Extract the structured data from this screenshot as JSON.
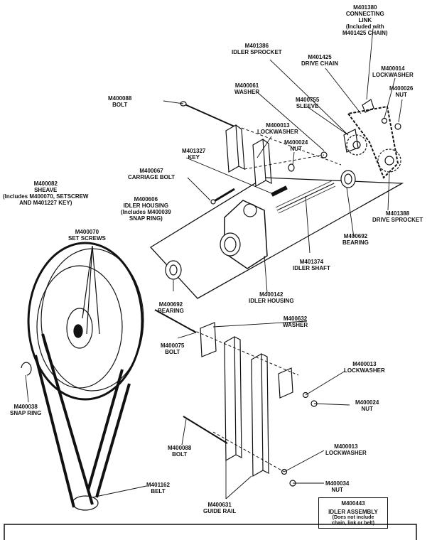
{
  "parts": {
    "connecting_link": {
      "part": "M401380",
      "name": "CONNECTING",
      "name2": "LINK",
      "note": "(Included with",
      "note2": "M401425 CHAIN)"
    },
    "idler_sprocket": {
      "part": "M401386",
      "name": "IDLER SPROCKET"
    },
    "drive_chain": {
      "part": "M401425",
      "name": "DRIVE CHAIN"
    },
    "lockwasher_top": {
      "part": "M400014",
      "name": "LOCKWASHER"
    },
    "nut_top": {
      "part": "M400026",
      "name": "NUT"
    },
    "bolt_top": {
      "part": "M400088",
      "name": "BOLT"
    },
    "washer_top": {
      "part": "M400061",
      "name": "WASHER"
    },
    "sleeve": {
      "part": "M400755",
      "name": "SLEEVE"
    },
    "lockwasher_mid": {
      "part": "M400013",
      "name": "LOCKWASHER"
    },
    "nut_mid": {
      "part": "M400024",
      "name": "NUT"
    },
    "key": {
      "part": "M401327",
      "name": "KEY"
    },
    "carriage_bolt": {
      "part": "M400067",
      "name": "CARRIAGE BOLT"
    },
    "sheave": {
      "part": "M400082",
      "name": "SHEAVE",
      "note": "(Includes M400070, SETSCREW",
      "note2": "AND M401227 KEY)"
    },
    "idler_housing_label": {
      "part": "M400606",
      "name": "IDLER HOUSING",
      "note": "(Includes M400039",
      "note2": "SNAP RING)"
    },
    "drive_sprocket": {
      "part": "M401388",
      "name": "DRIVE SPROCKET"
    },
    "bearing_right": {
      "part": "M400692",
      "name": "BEARING"
    },
    "set_screws": {
      "part": "M400070",
      "name": "SET SCREWS"
    },
    "idler_shaft": {
      "part": "M401374",
      "name": "IDLER SHAFT"
    },
    "idler_housing": {
      "part": "M400142",
      "name": "IDLER HOUSING"
    },
    "bearing_left": {
      "part": "M400692",
      "name": "BEARING"
    },
    "washer_lower": {
      "part": "M400632",
      "name": "WASHER"
    },
    "bolt_lower": {
      "part": "M400075",
      "name": "BOLT"
    },
    "lockwasher_lower": {
      "part": "M400013",
      "name": "LOCKWASHER"
    },
    "nut_lower": {
      "part": "M400024",
      "name": "NUT"
    },
    "snap_ring": {
      "part": "M400038",
      "name": "SNAP RING"
    },
    "bolt_bottom": {
      "part": "M400088",
      "name": "BOLT"
    },
    "lockwasher_bottom": {
      "part": "M400013",
      "name": "LOCKWASHER"
    },
    "nut_bottom": {
      "part": "M400034",
      "name": "NUT"
    },
    "belt": {
      "part": "M401162",
      "name": "BELT"
    },
    "guide_rail": {
      "part": "M400631",
      "name": "GUIDE RAIL"
    }
  },
  "assembly_box": {
    "part": "M400443",
    "name": "IDLER ASSEMBLY",
    "note": "(Does not include",
    "note2": "chain, link or belt)"
  }
}
